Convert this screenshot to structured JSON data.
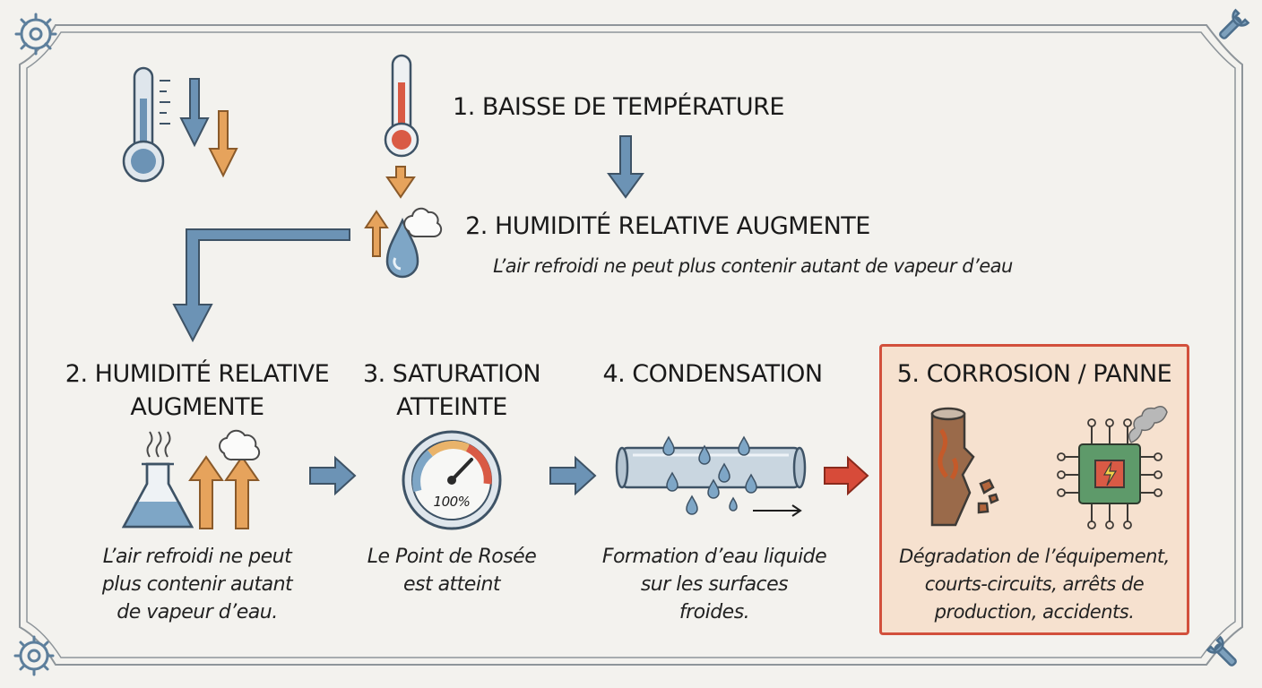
{
  "diagram": {
    "top": {
      "step1_title": "1. BAISSE DE TEMPÉRATURE",
      "step2_title": "2. HUMIDITÉ RELATIVE AUGMENTE",
      "step2_desc": "L’air refroidi ne peut plus contenir autant de vapeur d’eau"
    },
    "steps": [
      {
        "title_l1": "2. HUMIDITÉ RELATIVE",
        "title_l2": "AUGMENTE",
        "desc": [
          "L’air refroidi ne peut",
          "plus contenir autant",
          "de vapeur d’eau."
        ]
      },
      {
        "title_l1": "3. SATURATION",
        "title_l2": "ATTEINTE",
        "gauge_label": "100%",
        "desc": [
          "Le Point de Rosée",
          "est atteint"
        ]
      },
      {
        "title_l1": "4. CONDENSATION",
        "desc": [
          "Formation d’eau liquide",
          "sur les surfaces",
          "froides."
        ]
      },
      {
        "title_l1": "5. CORROSION / PANNE",
        "desc": [
          "Dégradation de l’équipement,",
          "courts-circuits, arrêts de",
          "production, accidents."
        ]
      }
    ],
    "colors": {
      "blue_arrow": "#5d7f9c",
      "orange_arrow": "#e29a4c",
      "red_arrow": "#d74b39",
      "highlight_border": "#d2503c",
      "highlight_fill": "#f6e1cf"
    },
    "icons": [
      "gear-icon",
      "wrench-icon",
      "thermometer-icon",
      "water-drop-icon",
      "cloud-icon",
      "beaker-icon",
      "gauge-icon",
      "pipe-icon",
      "corroded-pipe-icon",
      "circuit-chip-icon"
    ]
  }
}
